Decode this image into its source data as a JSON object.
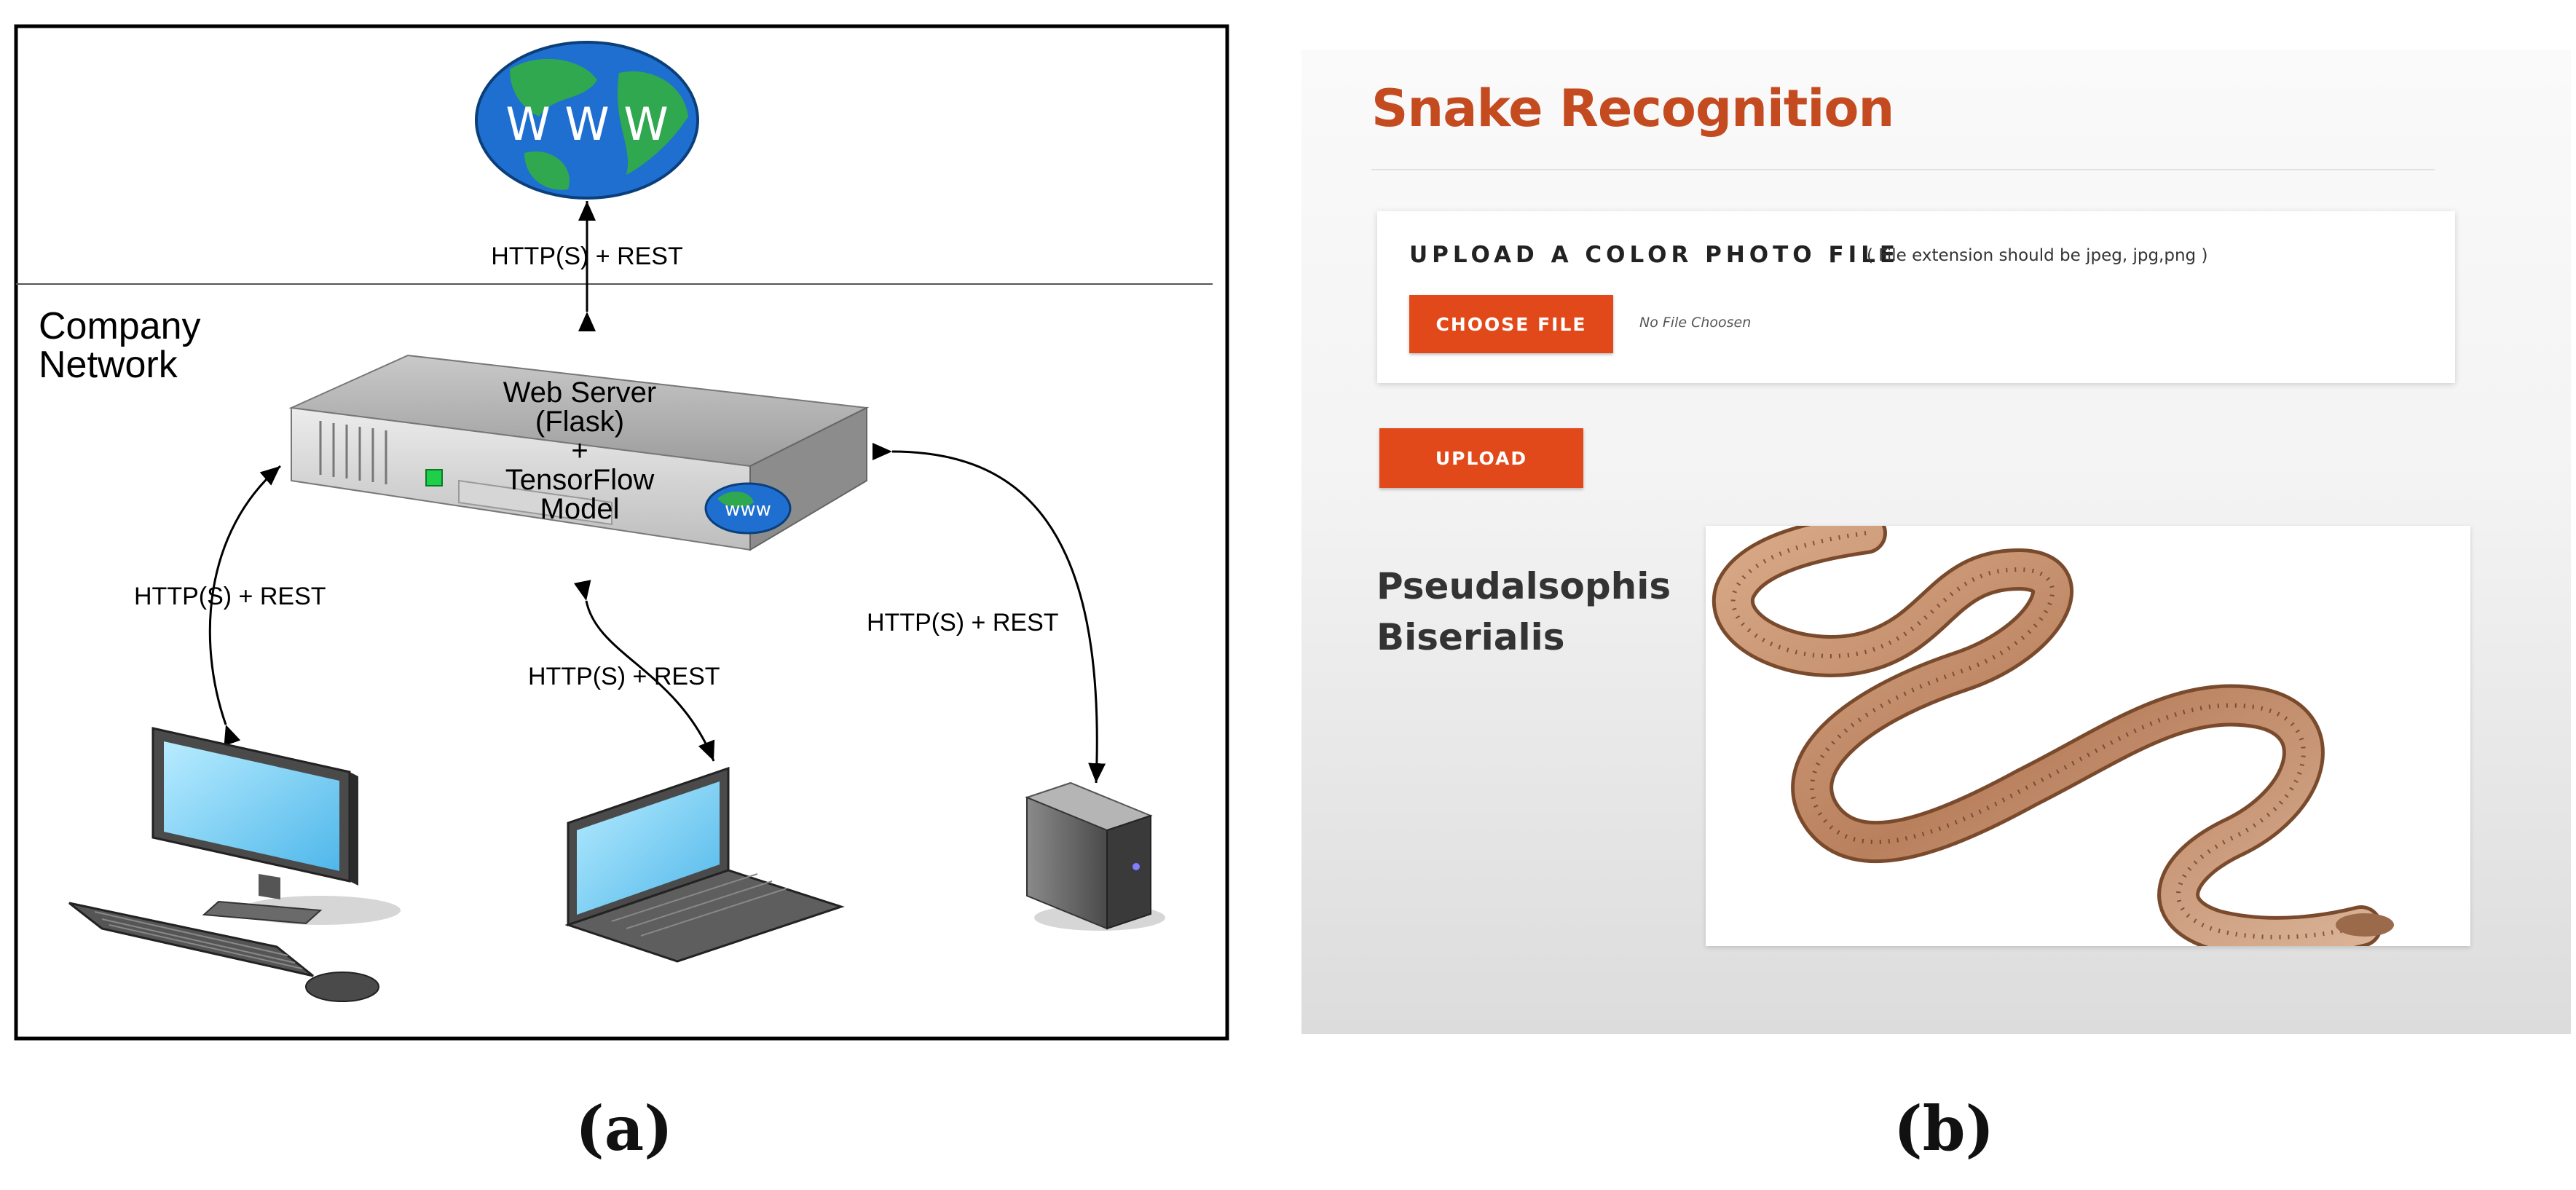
{
  "panel_a": {
    "globe_label": "W W W",
    "top_link_label": "HTTP(S) + REST",
    "network_label_line1": "Company",
    "network_label_line2": "Network",
    "server_label": [
      "Web Server",
      "(Flask)",
      "+",
      "TensorFlow",
      "Model"
    ],
    "server_badge_label": "www",
    "left_link_label": "HTTP(S) + REST",
    "center_link_label": "HTTP(S) + REST",
    "right_link_label": "HTTP(S) + REST",
    "caption": "(a)"
  },
  "panel_b": {
    "page_title": "Snake Recognition",
    "upload_heading": "UPLOAD A COLOR PHOTO FILE",
    "upload_hint": "( File extension should be jpeg, jpg,png )",
    "choose_file_label": "CHOOSE FILE",
    "file_status": "No File Choosen",
    "upload_label": "UPLOAD",
    "result_line1": "Pseudalsophis",
    "result_line2": "Biserialis",
    "caption": "(b)"
  },
  "colors": {
    "accent": "#e2491a",
    "title": "#c44a1f",
    "globe_ocean": "#1f6fd1",
    "globe_land": "#2fa84f",
    "screen": "#7fd0f5"
  },
  "icons": [
    "globe-icon",
    "server-icon",
    "desktop-computer-icon",
    "laptop-icon",
    "tower-computer-icon",
    "snake-photo"
  ]
}
